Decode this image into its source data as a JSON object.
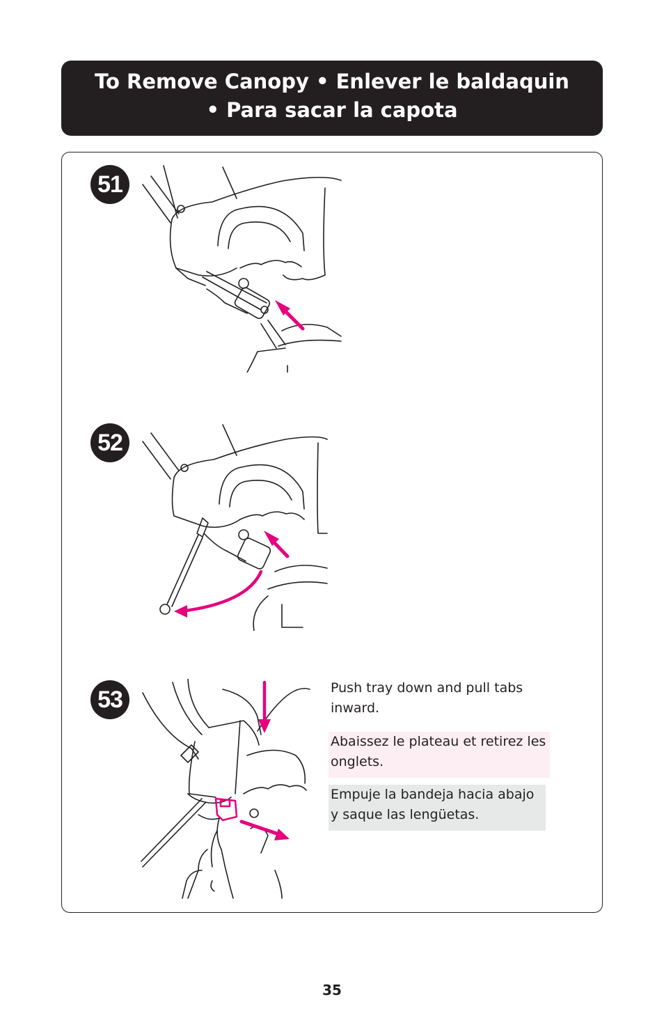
{
  "header": {
    "line1": "To Remove Canopy  •  Enlever le baldaquin",
    "line2": "•  Para sacar la capota"
  },
  "steps": [
    {
      "number": "51"
    },
    {
      "number": "52"
    },
    {
      "number": "53",
      "text_en": "Push tray down and pull tabs inward.",
      "text_fr": "Abaissez le plateau et retirez les onglets.",
      "text_es": "Empuje la bandeja hacia abajo y saque las lengüetas."
    }
  ],
  "page_number": "35",
  "colors": {
    "accent": "#e6007e",
    "ink": "#231f20",
    "fr_box": "#fdeef3",
    "es_box": "#e7e8e8"
  }
}
